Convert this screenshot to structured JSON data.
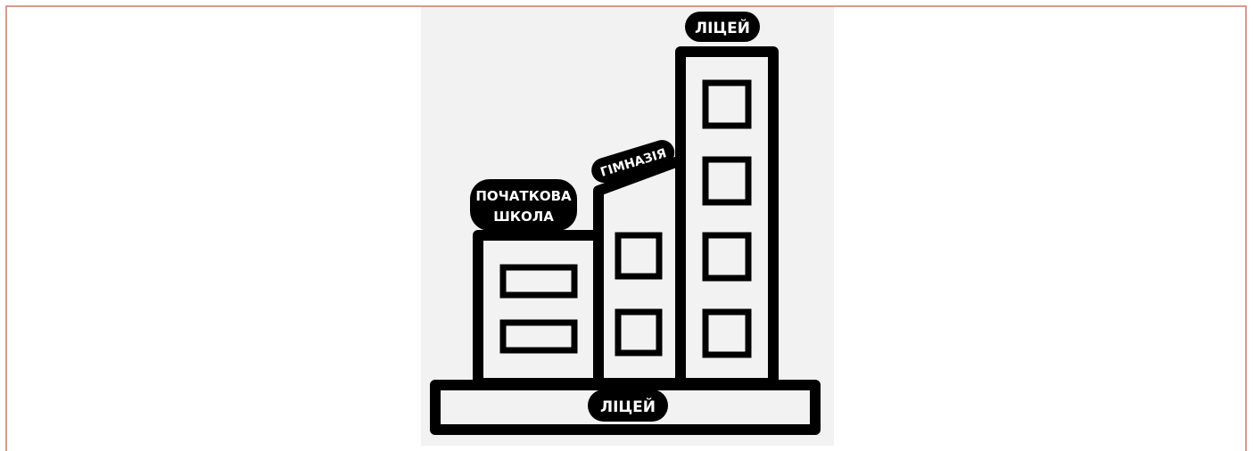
{
  "diagram": {
    "labels": {
      "lyceum_top": "ЛІЦЕЙ",
      "gymnasium": "ГІМНАЗІЯ",
      "primary_line1": "ПОЧАТКОВА",
      "primary_line2": "ШКОЛА",
      "lyceum_base": "ЛІЦЕЙ"
    },
    "colors": {
      "background": "#f1f2f1",
      "stroke": "#000000",
      "frame": "#d79a90",
      "label_text": "#ffffff"
    }
  }
}
